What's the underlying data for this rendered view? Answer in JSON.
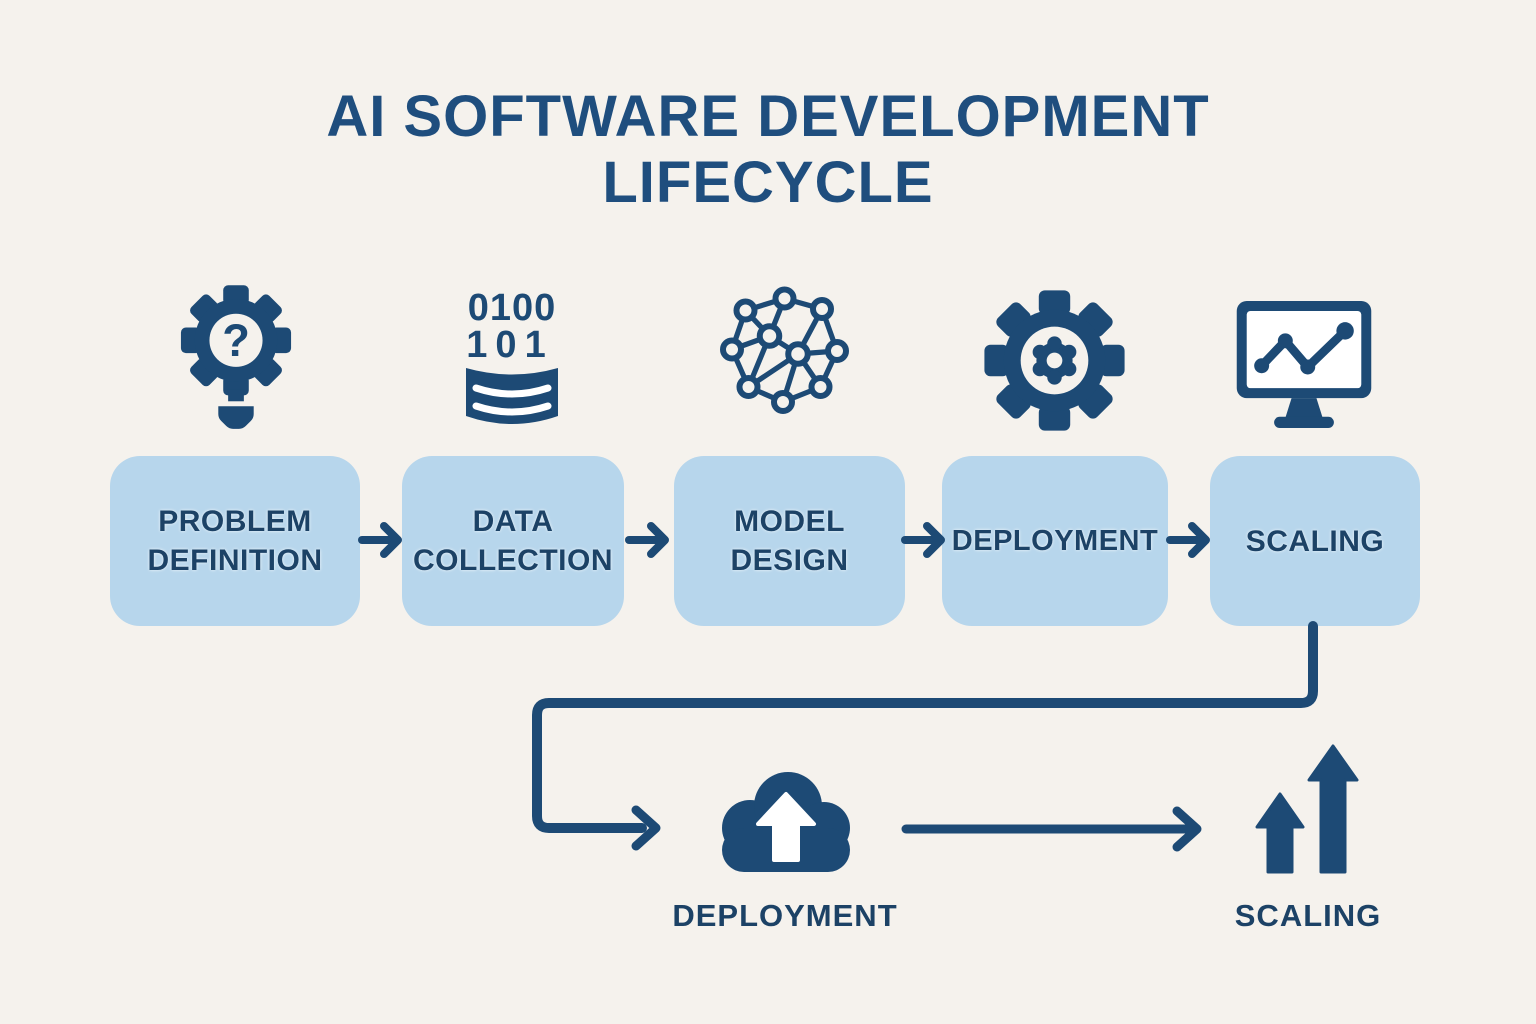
{
  "title": {
    "line1": "AI SOFTWARE DEVELOPMENT",
    "line2": "LIFECYCLE"
  },
  "colors": {
    "background": "#f5f2ed",
    "navy": "#1d4a75",
    "navy_text": "#1c4266",
    "title_navy": "#1f4e7e",
    "box_fill": "#b7d6ec",
    "white": "#ffffff"
  },
  "stages": [
    {
      "icon": "lightbulb-gear-question-icon",
      "lines": [
        "PROBLEM",
        "DEFINITION"
      ]
    },
    {
      "icon": "binary-database-icon",
      "binary_line1": "0100",
      "binary_line2": "101",
      "lines": [
        "DATA",
        "COLLECTION"
      ]
    },
    {
      "icon": "neural-network-icon",
      "lines": [
        "MODEL",
        "DESIGN"
      ]
    },
    {
      "icon": "gears-icon",
      "lines": [
        "DEPLOYMENT"
      ]
    },
    {
      "icon": "monitor-chart-icon",
      "lines": [
        "SCALING"
      ]
    }
  ],
  "icons": {
    "question_mark": "?"
  },
  "flow": {
    "stage_arrow_icon": "right-arrow-icon",
    "loop_connector": "elbow-connector-arrow",
    "bottom_arrow_icon": "right-arrow-icon"
  },
  "bottom": {
    "deployment": {
      "icon": "cloud-upload-icon",
      "label": "DEPLOYMENT"
    },
    "scaling": {
      "icon": "growth-arrows-icon",
      "label": "SCALING"
    }
  }
}
